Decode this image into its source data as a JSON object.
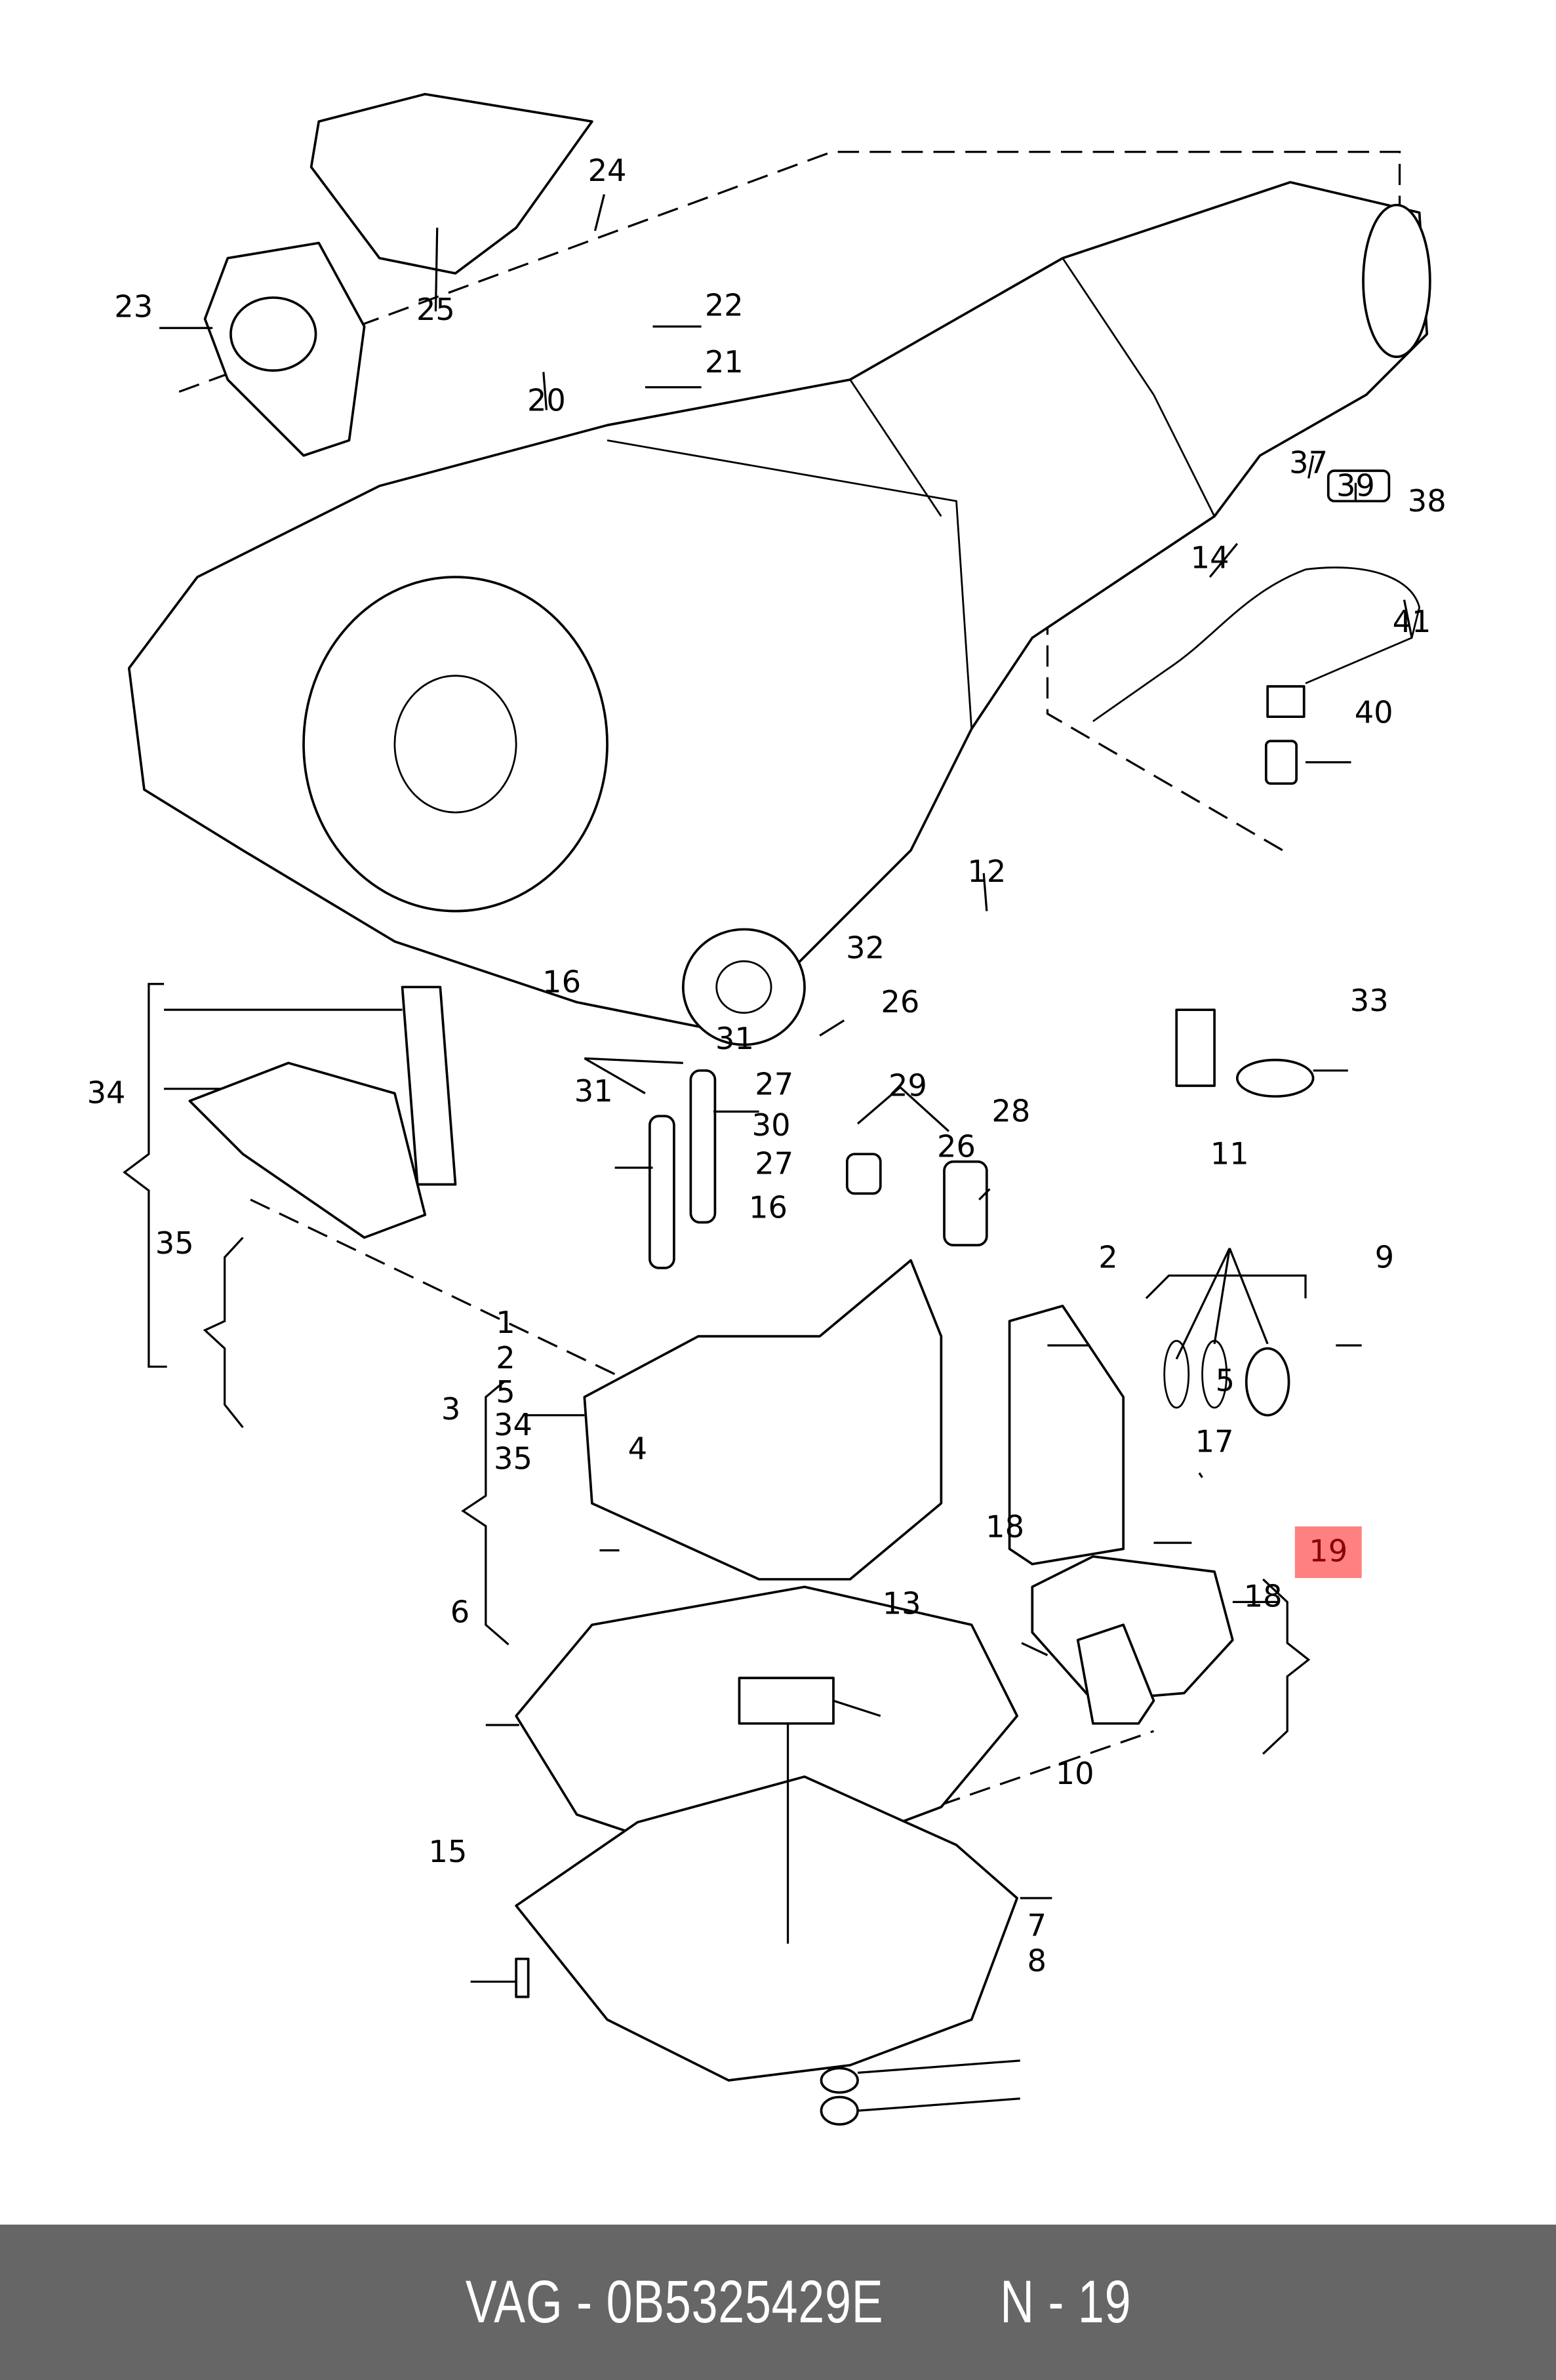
{
  "diagram": {
    "labels": [
      "24",
      "23",
      "25",
      "22",
      "21",
      "20",
      "37",
      "39",
      "38",
      "14",
      "41",
      "40",
      "12",
      "32",
      "33",
      "16",
      "31",
      "26",
      "34",
      "31",
      "27",
      "29",
      "28",
      "30",
      "27",
      "26",
      "16",
      "11",
      "35",
      "2",
      "9",
      "1",
      "2",
      "5",
      "3",
      "34",
      "35",
      "4",
      "5",
      "17",
      "18",
      "19",
      "18",
      "6",
      "13",
      "10",
      "15",
      "7",
      "8"
    ],
    "highlighted_label": "19",
    "highlight_color": "#FF8080",
    "highlight_text_color": "#8B0000"
  },
  "footer": {
    "part_number": "VAG - 0B5325429E",
    "position": "N - 19",
    "background": "#666666"
  }
}
